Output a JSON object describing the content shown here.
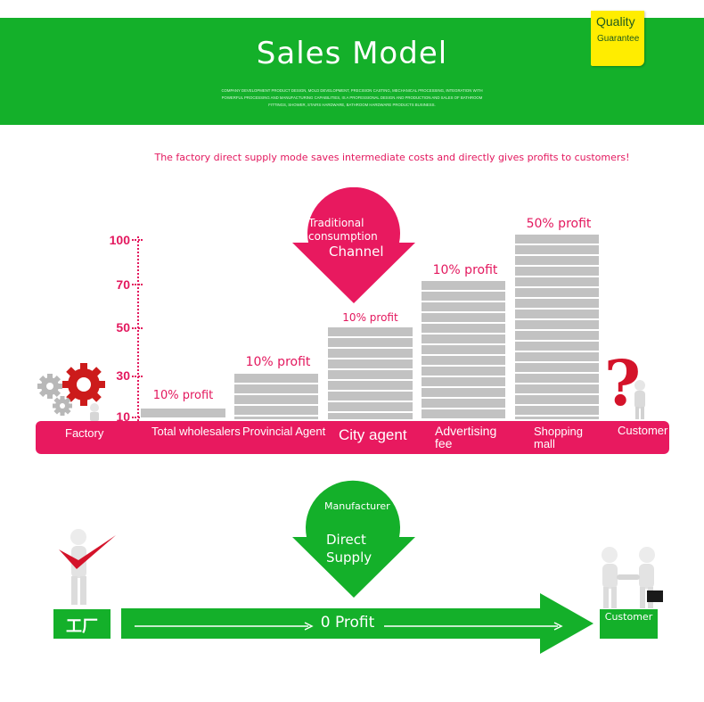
{
  "header": {
    "title": "Sales Model",
    "subtitle": "COMPANY DEVELOPMENT PRODUCT DESIGN, MOLD DEVELOPMENT, PRECISION CASTING, MECHANICAL PROCESSING, INTEGRATION WITH POWERFUL PROCESSING AND MANUFACTURING CAPABILITIES, IS A PROFESSIONAL DESIGN AND PRODUCTION AND SALES OF BATHROOM FITTINGS, SHOWER, STAIRS HARDWARE, BATHROOM HARDWARE PRODUCTS BUSINESS.",
    "badge_line1": "Quality",
    "badge_line2": "Guarantee",
    "bg_color": "#14b02a"
  },
  "tagline": "The factory direct supply mode saves intermediate costs and directly gives profits to customers!",
  "traditional_channel": {
    "line1": "Traditional",
    "line2": "consumption",
    "line3": "Channel",
    "color": "#e8195f"
  },
  "chart_data": {
    "type": "bar",
    "y_ticks": [
      "100",
      "70",
      "50",
      "30",
      "10"
    ],
    "categories": [
      "Total wholesalers",
      "Provincial Agent",
      "City agent",
      "Advertising fee",
      "Shopping mall"
    ],
    "values": [
      10,
      30,
      50,
      70,
      100
    ],
    "bar_labels": [
      "10% profit",
      "10% profit",
      "10% profit",
      "10% profit",
      "50% profit"
    ],
    "endpoints": [
      "Factory",
      "Customer"
    ],
    "bar_color": "#c2c2c2",
    "accent_color": "#e3185e"
  },
  "direct_supply": {
    "line1": "Manufacturer",
    "line2": "Direct",
    "line3": "Supply",
    "factory_label": "工厂",
    "profit_label": "0 Profit",
    "customer_label": "Customer",
    "color": "#14b02a"
  },
  "icons": [
    "gears-icon",
    "question-mark-icon",
    "checkmark-figure-icon",
    "handshake-icon"
  ]
}
